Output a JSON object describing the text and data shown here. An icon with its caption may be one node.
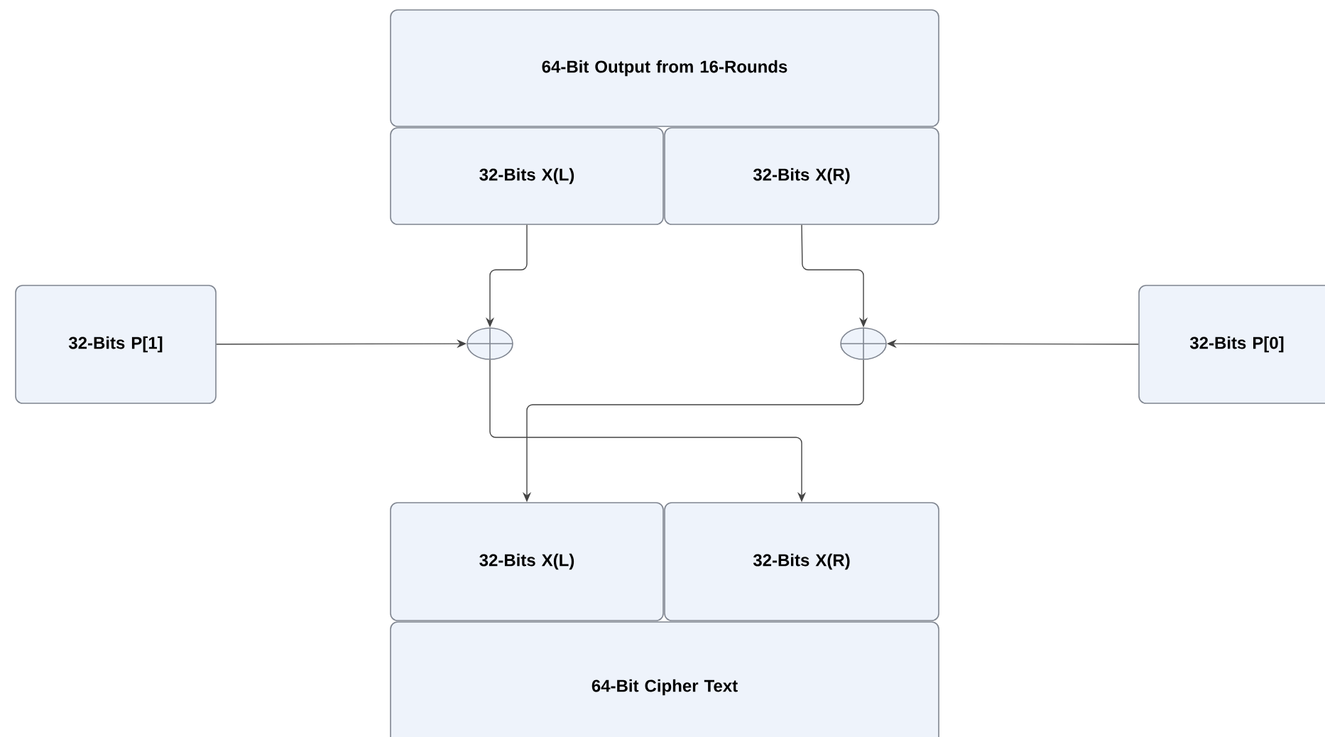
{
  "diagram": {
    "nodes": [
      {
        "text": [
          "64-Bit Output from 16-Rounds"
        ]
      },
      {
        "text": [
          "32-Bits X(L)"
        ]
      },
      {
        "text": [
          "32-Bits X(R)"
        ]
      },
      {
        "text": [
          "32-Bits P[1]"
        ]
      },
      {
        "text": [],
        "shape": "circle"
      },
      {
        "text": [],
        "shape": "circle"
      },
      {
        "text": [
          "32-Bits P[0]"
        ]
      },
      {
        "text": [
          "32-Bits X(L)"
        ]
      },
      {
        "text": [
          "32-Bits X(R)"
        ]
      },
      {
        "text": [
          "64-Bit Cipher Text"
        ]
      }
    ],
    "edges": [
      {
        "from": 1,
        "to": 4,
        "arrow": "to"
      },
      {
        "from": 2,
        "to": 5,
        "arrow": "to"
      },
      {
        "from": 3,
        "to": 4,
        "arrow": "to"
      },
      {
        "from": 6,
        "to": 5,
        "arrow": "to"
      },
      {
        "from": 4,
        "to": 8,
        "arrow": "to"
      },
      {
        "from": 5,
        "to": 7,
        "arrow": "to"
      }
    ]
  }
}
